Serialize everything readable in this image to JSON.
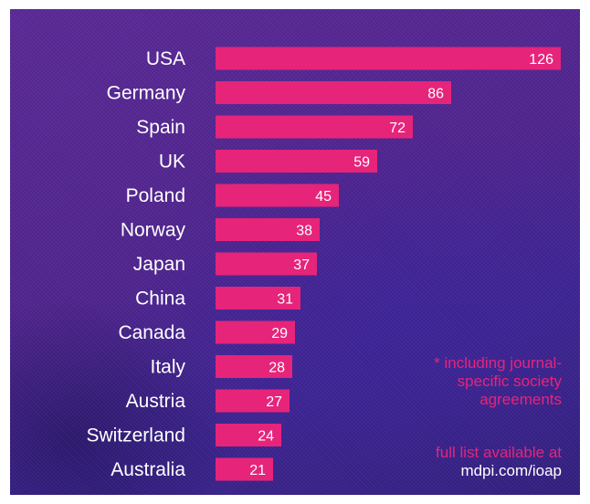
{
  "chart_data": {
    "type": "bar",
    "orientation": "horizontal",
    "categories": [
      "USA",
      "Germany",
      "Spain",
      "UK",
      "Poland",
      "Norway",
      "Japan",
      "China",
      "Canada",
      "Italy",
      "Austria",
      "Switzerland",
      "Australia"
    ],
    "values": [
      126,
      86,
      72,
      59,
      45,
      38,
      37,
      31,
      29,
      28,
      27,
      24,
      21
    ],
    "xlim": [
      0,
      126
    ],
    "grid": false,
    "colors": {
      "bar": "#e6247a",
      "text": "#ffffff",
      "accent_text": "#e6247a",
      "background": "#51258f"
    }
  },
  "footnote": {
    "line1": "* including journal-",
    "line2": "specific society",
    "line3": "agreements"
  },
  "full_list": {
    "text": "full list available at",
    "url": "mdpi.com/ioap"
  }
}
